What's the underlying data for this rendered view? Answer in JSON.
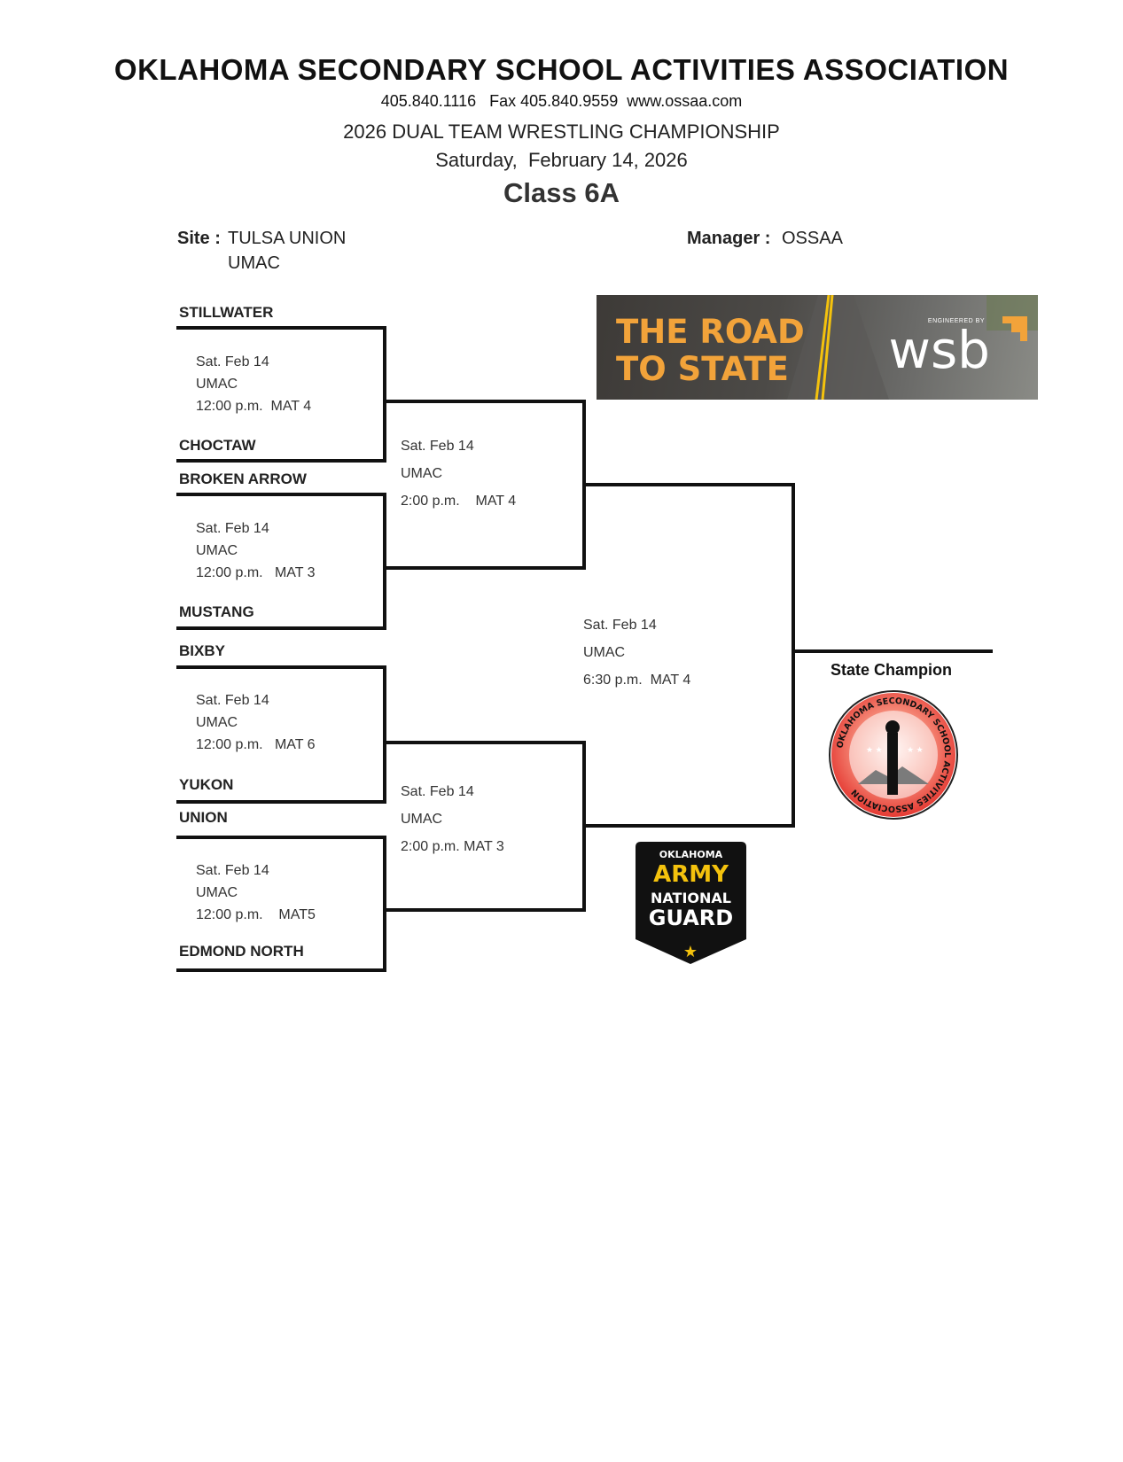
{
  "header": {
    "org_title": "OKLAHOMA SECONDARY SCHOOL ACTIVITIES ASSOCIATION",
    "contact": "405.840.1116   Fax 405.840.9559  www.ossaa.com",
    "event_title": "2026 DUAL TEAM WRESTLING CHAMPIONSHIP",
    "event_date": "Saturday,  February 14, 2026",
    "class_label": "Class 6A"
  },
  "site": {
    "label": "Site :",
    "line1": "TULSA UNION",
    "line2": "UMAC"
  },
  "manager": {
    "label": "Manager :",
    "value": "OSSAA"
  },
  "teams": [
    "STILLWATER",
    "CHOCTAW",
    "BROKEN ARROW",
    "MUSTANG",
    "BIXBY",
    "YUKON",
    "UNION",
    "EDMOND NORTH"
  ],
  "round1": [
    {
      "date": "Sat. Feb 14",
      "venue": "UMAC",
      "time": "12:00 p.m.  MAT 4"
    },
    {
      "date": "Sat. Feb 14",
      "venue": "UMAC",
      "time": "12:00 p.m.   MAT 3"
    },
    {
      "date": "Sat. Feb 14",
      "venue": "UMAC",
      "time": "12:00 p.m.   MAT 6"
    },
    {
      "date": "Sat. Feb 14",
      "venue": "UMAC",
      "time": "12:00 p.m.    MAT5"
    }
  ],
  "semis": [
    {
      "date": "Sat. Feb 14",
      "venue": "UMAC",
      "time": "2:00 p.m.    MAT 4"
    },
    {
      "date": "Sat. Feb 14",
      "venue": "UMAC",
      "time": "2:00 p.m. MAT 3"
    }
  ],
  "final": {
    "date": "Sat. Feb 14",
    "venue": "UMAC",
    "time": "6:30 p.m.  MAT 4"
  },
  "champion_label": "State Champion",
  "sponsors": {
    "wsb": {
      "line1": "THE ROAD",
      "line2": "TO STATE",
      "brand": "wsb",
      "tag": "ENGINEERED BY"
    },
    "guard": {
      "line1": "OKLAHOMA",
      "line2": "ARMY",
      "line3": "NATIONAL",
      "line4": "GUARD"
    },
    "seal": {
      "text": "OKLAHOMA SECONDARY SCHOOL ACTIVITIES ASSOCIATION"
    }
  },
  "colors": {
    "orange": "#f2a33a",
    "gold": "#f4c20d",
    "seal_red": "#e53a33"
  }
}
